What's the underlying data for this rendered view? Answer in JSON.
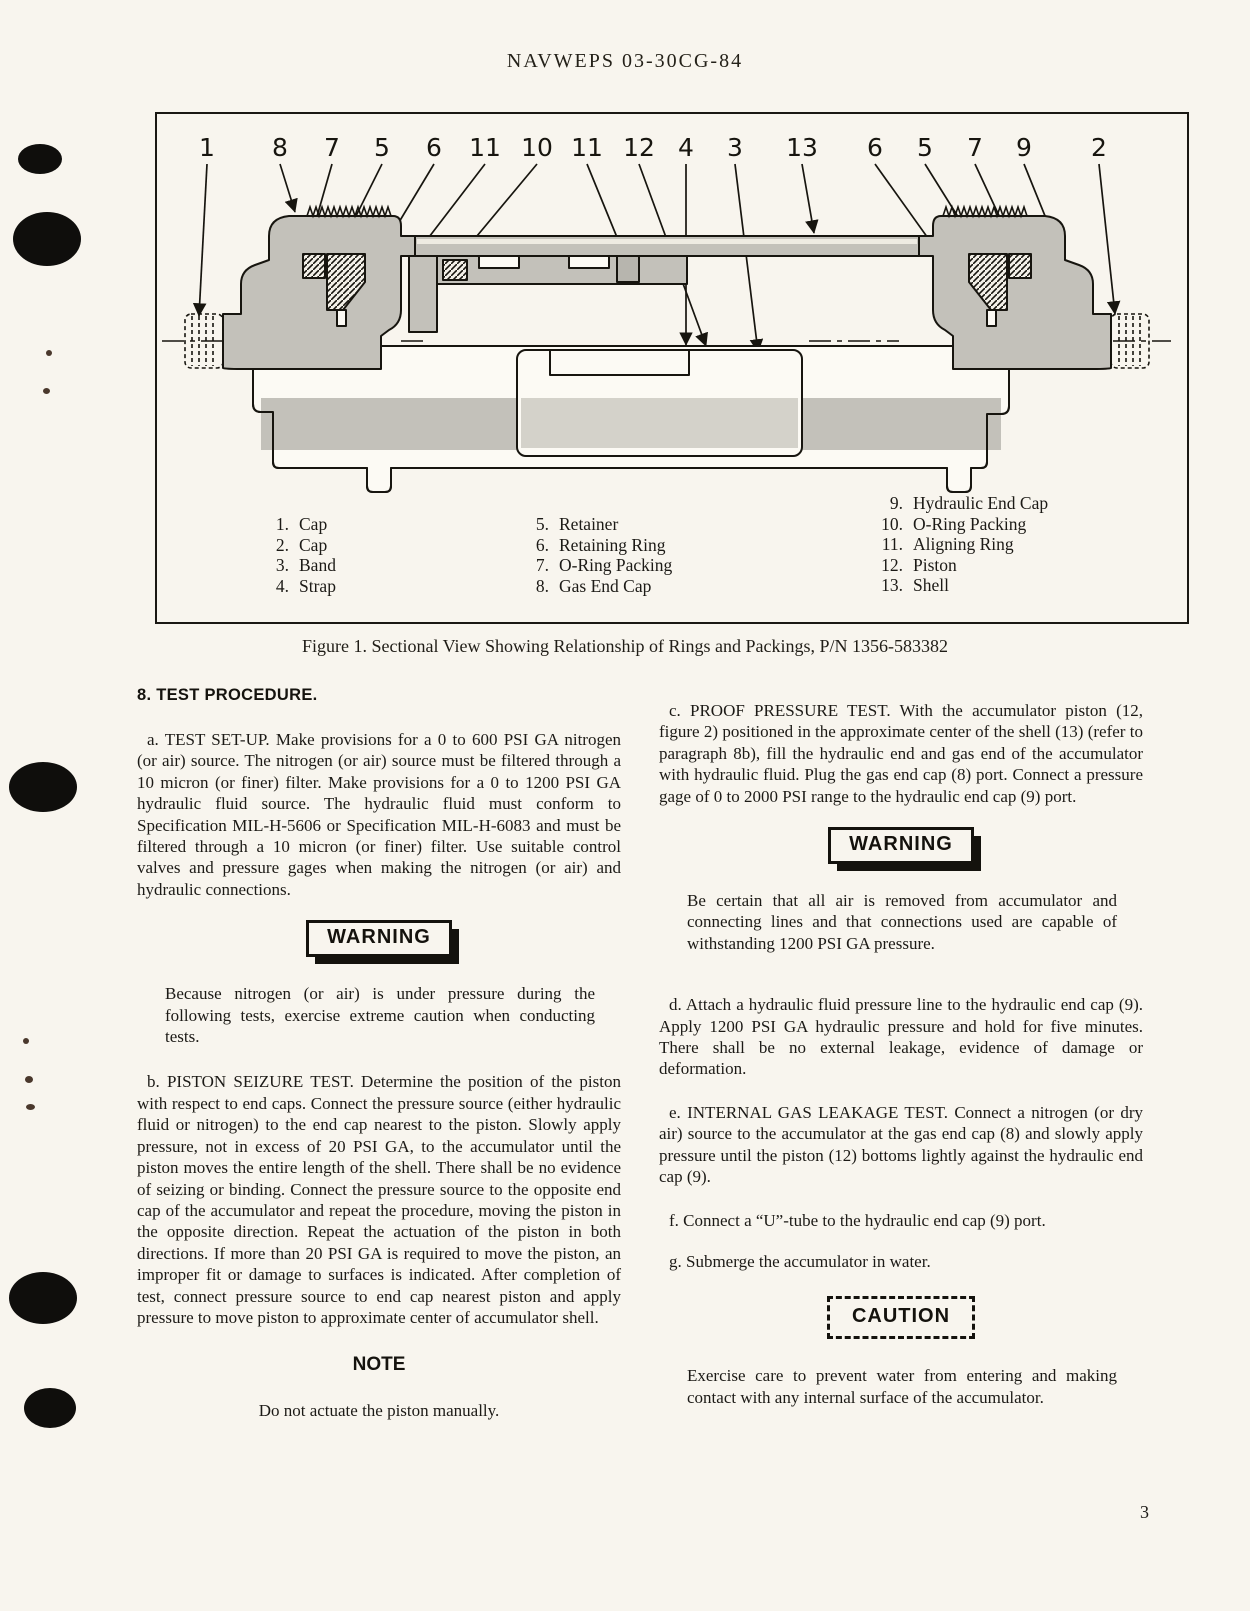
{
  "page": {
    "header": "NAVWEPS 03-30CG-84",
    "page_number": "3"
  },
  "figure": {
    "caption": "Figure 1.  Sectional View Showing Relationship of Rings and Packings,  P/N 1356-583382",
    "callouts": [
      "1",
      "8",
      "7",
      "5",
      "6",
      "11",
      "10",
      "11",
      "12",
      "4",
      "3",
      "13",
      "6",
      "5",
      "7",
      "9",
      "2"
    ],
    "legend": {
      "col1": [
        {
          "num": "1.",
          "label": "Cap"
        },
        {
          "num": "2.",
          "label": "Cap"
        },
        {
          "num": "3.",
          "label": "Band"
        },
        {
          "num": "4.",
          "label": "Strap"
        }
      ],
      "col2": [
        {
          "num": "5.",
          "label": "Retainer"
        },
        {
          "num": "6.",
          "label": "Retaining Ring"
        },
        {
          "num": "7.",
          "label": "O-Ring Packing"
        },
        {
          "num": "8.",
          "label": "Gas End Cap"
        }
      ],
      "col3": [
        {
          "num": "9.",
          "label": "Hydraulic End Cap"
        },
        {
          "num": "10.",
          "label": "O-Ring Packing"
        },
        {
          "num": "11.",
          "label": "Aligning Ring"
        },
        {
          "num": "12.",
          "label": "Piston"
        },
        {
          "num": "13.",
          "label": "Shell"
        }
      ]
    }
  },
  "content": {
    "section_heading": "8. TEST PROCEDURE.",
    "para_a": "a. TEST SET-UP. Make provisions for a 0 to 600 PSI GA nitrogen (or air) source. The nitrogen (or air) source must be filtered through a 10 micron (or finer) filter. Make provisions for a 0 to 1200 PSI GA hydraulic fluid source. The hydraulic fluid must conform to Specification MIL-H-5606 or Specification MIL-H-6083 and must be filtered through a 10 micron (or finer) filter. Use suitable control valves and pressure gages when making the nitrogen (or air) and hydraulic connections.",
    "warning_label": "WARNING",
    "warning_1": "Because nitrogen (or air) is under pressure during the following tests, exercise extreme caution when conducting tests.",
    "para_b": "b. PISTON SEIZURE TEST. Determine the position of the piston with respect to end caps. Connect the pressure source (either hydraulic fluid or nitrogen) to the end cap nearest to the piston. Slowly apply pressure, not in excess of 20 PSI GA, to the accumulator until the piston moves the entire length of the shell. There shall be no evidence of seizing or binding. Connect the pressure source to the opposite end cap of the accumulator and repeat the procedure, moving the piston in the opposite direction. Repeat the actuation of the piston in both directions. If more than 20 PSI GA is required to move the piston, an improper fit or damage to surfaces is indicated. After completion of test, connect pressure source to end cap nearest piston and apply pressure to move piston to approximate center of accumulator shell.",
    "note_label": "NOTE",
    "note_text": "Do not actuate the piston manually.",
    "para_c": "c. PROOF PRESSURE TEST.  With the accumulator piston (12, figure 2) positioned in the approximate center of the shell (13) (refer to paragraph 8b), fill the hydraulic end and gas end of the accumulator with hydraulic fluid. Plug the gas end cap (8) port. Connect a pressure gage of 0 to 2000 PSI range to the hydraulic end cap (9) port.",
    "warning_2": "Be certain that all air is removed from accumulator and connecting lines and that connections used are capable of withstanding 1200 PSI GA pressure.",
    "para_d": "d. Attach a hydraulic fluid pressure line to the hydraulic end cap (9). Apply 1200 PSI GA hydraulic pressure and hold for five minutes. There shall be no external leakage, evidence of damage or deformation.",
    "para_e": "e. INTERNAL GAS LEAKAGE TEST. Connect a nitrogen (or dry air) source to the accumulator at the gas end cap (8) and slowly apply pressure until the piston (12) bottoms lightly against the hydraulic end cap (9).",
    "para_f": "f. Connect a “U”-tube to the hydraulic end cap (9) port.",
    "para_g": "g. Submerge the accumulator in water.",
    "caution_label": "CAUTION",
    "caution_text": "Exercise care to prevent water from entering and making contact with any internal surface of the accumulator."
  }
}
